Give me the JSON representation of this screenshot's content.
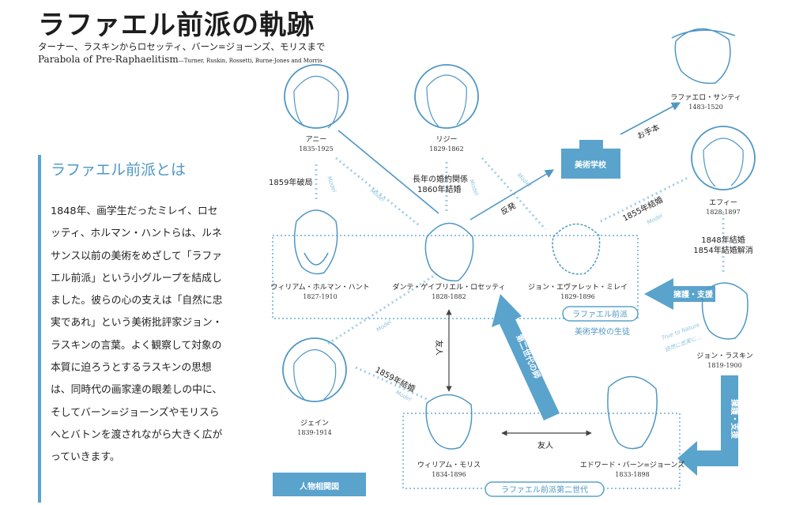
{
  "header": {
    "title": "ラファエル前派の軌跡",
    "subtitle": "ターナー、ラスキンからロセッティ、バーン=ジョーンズ、モリスまで",
    "en_title": "Parabola of Pre-Raphaelitism",
    "en_subtitle": "—Turner, Ruskin, Rossetti, Burne-Jones and Morris"
  },
  "intro": {
    "heading": "ラファエル前派とは",
    "body": "1848年、画学生だったミレイ、ロセッティ、ホルマン・ハントらは、ルネサンス以前の美術をめざして「ラファエル前派」という小グループを結成しました。彼らの心の支えは「自然に忠実であれ」という美術批評家ジョン・ラスキンの言葉。よく観察して対象の本質に迫ろうとするラスキンの思想は、同時代の画家達の眼差しの中に、そしてバーン=ジョーンズやモリスらへとバトンを渡されながら大きく広がっていきます。"
  },
  "people": {
    "annie": {
      "name": "アニー",
      "years": "1835-1925"
    },
    "lizzie": {
      "name": "リジー",
      "years": "1829-1862"
    },
    "santi": {
      "name": "ラファエロ・サンティ",
      "years": "1483-1520"
    },
    "effie": {
      "name": "エフィー",
      "years": "1828-1897"
    },
    "hunt": {
      "name": "ウィリアム・ホルマン・ハント",
      "years": "1827-1910"
    },
    "rossetti": {
      "name": "ダンテ・ゲイブリエル・ロセッティ",
      "years": "1828-1882"
    },
    "millais": {
      "name": "ジョン・エヴァレット・ミレイ",
      "years": "1829-1896"
    },
    "ruskin": {
      "name": "ジョン・ラスキン",
      "years": "1819-1900"
    },
    "jane": {
      "name": "ジェイン",
      "years": "1839-1914"
    },
    "morris": {
      "name": "ウィリアム・モリス",
      "years": "1834-1896"
    },
    "burnejones": {
      "name": "エドワード・バーン=ジョーンズ",
      "years": "1833-1898"
    }
  },
  "relations": {
    "hunt_annie": "1859年破局",
    "rossetti_lizzie_1": "長年の婚約関係",
    "rossetti_lizzie_2": "1860年結婚",
    "hanpatsu": "反発",
    "otehon": "お手本",
    "millais_effie": "1855年結婚",
    "ruskin_effie_1": "1848年結婚",
    "ruskin_effie_2": "1854年結婚解消",
    "support_1": "擁護・支援",
    "support_2": "擁護・支援",
    "yujin_1": "友人",
    "yujin_2": "友人",
    "morris_jane": "1859年結婚",
    "master": "第二世代の師",
    "model": "Model",
    "true_to_nature": "True to Nature",
    "shizen": "自然に忠実に…"
  },
  "labels": {
    "art_school": "美術学校",
    "group1": "ラファエル前派",
    "group1_sub": "美術学校の生徒",
    "group2": "ラファエル前派第二世代",
    "diagram_title": "人物相関図"
  },
  "colors": {
    "accent": "#5aa3cc",
    "accent_dark": "#4f97c4",
    "dotted": "#9fcde6",
    "text": "#222222"
  }
}
